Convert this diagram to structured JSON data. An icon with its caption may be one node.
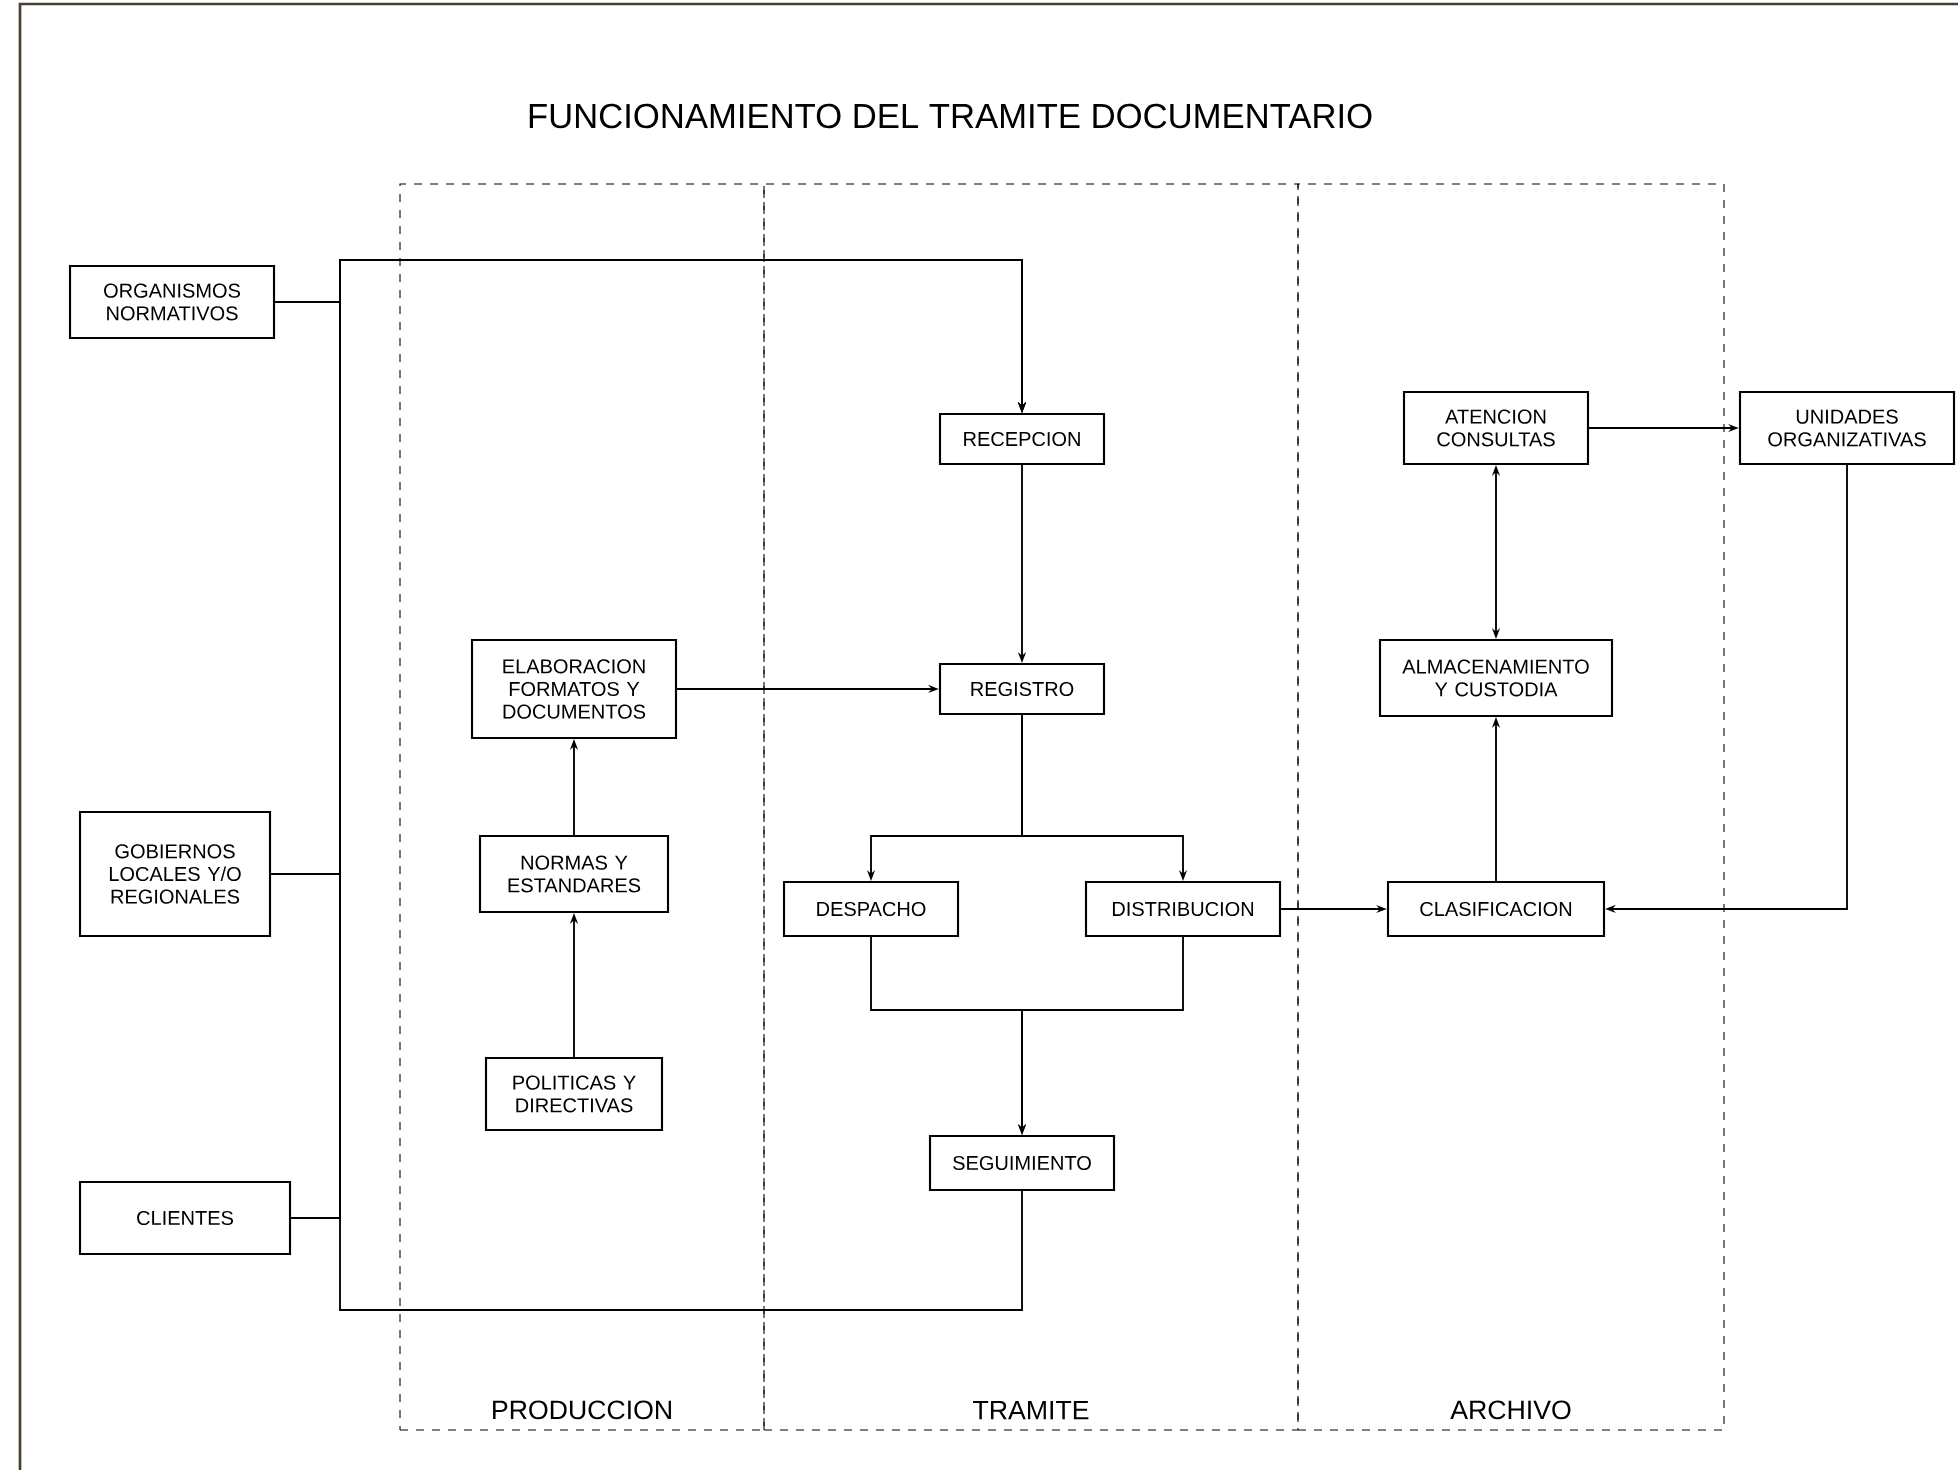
{
  "diagram": {
    "title": "FUNCIONAMIENTO DEL TRAMITE DOCUMENTARIO",
    "nodes": [
      {
        "text": [
          "ORGANISMOS NORMATIVOS"
        ]
      },
      {
        "text": [
          "GOBIERNOS LOCALES Y/O REGIONALES"
        ]
      },
      {
        "text": [
          "CLIENTES"
        ]
      },
      {
        "text": [
          "PRODUCCION"
        ]
      },
      {
        "text": [
          "ELABORACION FORMATOS Y DOCUMENTOS"
        ],
        "in": 3
      },
      {
        "text": [
          "NORMAS Y ESTANDARES"
        ],
        "in": 3
      },
      {
        "text": [
          "POLITICAS Y DIRECTIVAS"
        ],
        "in": 3
      },
      {
        "text": [
          "TRAMITE"
        ]
      },
      {
        "text": [
          "RECEPCION"
        ],
        "in": 7
      },
      {
        "text": [
          "REGISTRO"
        ],
        "in": 7
      },
      {
        "text": [
          "DESPACHO"
        ],
        "in": 7
      },
      {
        "text": [
          "DISTRIBUCION"
        ],
        "in": 7
      },
      {
        "text": [
          "SEGUIMIENTO"
        ],
        "in": 7
      },
      {
        "text": [
          "ARCHIVO"
        ]
      },
      {
        "text": [
          "ATENCION CONSULTAS"
        ],
        "in": 13
      },
      {
        "text": [
          "ALMACENAMIENTO Y CUSTODIA"
        ],
        "in": 13
      },
      {
        "text": [
          "CLASIFICACION"
        ],
        "in": 13
      },
      {
        "text": [
          "UNIDADES ORGANIZATIVAS"
        ]
      }
    ],
    "edges": [
      {
        "from": 0,
        "to": 8,
        "arrow": "to"
      },
      {
        "from": 1,
        "to": 8,
        "arrow": "to"
      },
      {
        "from": 2,
        "to": 8,
        "arrow": "to"
      },
      {
        "from": 12,
        "to": 8,
        "arrow": "to"
      },
      {
        "from": 8,
        "to": 9,
        "arrow": "to"
      },
      {
        "from": 4,
        "to": 9,
        "arrow": "to"
      },
      {
        "from": 5,
        "to": 4,
        "arrow": "to"
      },
      {
        "from": 6,
        "to": 5,
        "arrow": "to"
      },
      {
        "from": 9,
        "to": 10,
        "arrow": "to"
      },
      {
        "from": 9,
        "to": 11,
        "arrow": "to"
      },
      {
        "from": 10,
        "to": 12,
        "arrow": "to"
      },
      {
        "from": 11,
        "to": 12,
        "arrow": "to"
      },
      {
        "from": 11,
        "to": 16,
        "arrow": "to"
      },
      {
        "from": 17,
        "to": 16,
        "arrow": "to"
      },
      {
        "from": 16,
        "to": 15,
        "arrow": "to"
      },
      {
        "from": 15,
        "to": 14,
        "arrow": "both"
      },
      {
        "from": 14,
        "to": 17,
        "arrow": "to"
      }
    ]
  }
}
